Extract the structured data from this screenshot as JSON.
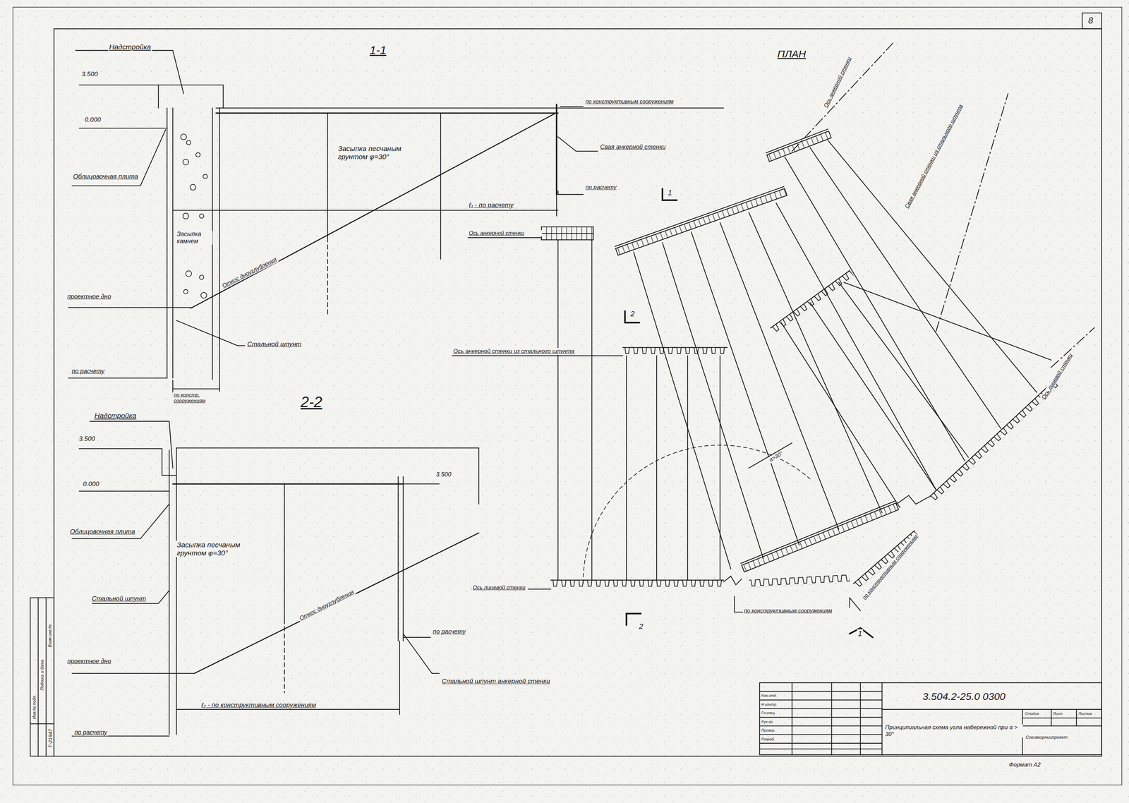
{
  "diagram": {
    "labels": [
      "Надстройка",
      "3.500",
      "0.000",
      "Облицовочная плита",
      "Засыпка камнем",
      "Засыпка песчаным грунтом φ=30°",
      "по конструктивным сооружениям",
      "Свая анкерной стенки",
      "по расчету",
      "ℓ₁ - по расчету",
      "Откос дноуглубления",
      "проектное дно",
      "Стальной шпунт",
      "по расчету",
      "по констр. сооружениям",
      "1-1",
      "2-2",
      "Надстройка",
      "3.500",
      "0.000",
      "3.500",
      "Облицовочная плита",
      "Засыпка песчаным грунтом φ=30°",
      "Откос дноуглубления",
      "Стальной шпунт",
      "по расчету",
      "проектное дно",
      "Стальной шпунт анкерной стенки",
      "ℓ₂ - по конструктивным сооружениям",
      "по расчету",
      "ПЛАН",
      "Ось анкерной стенки",
      "Свая анкерной стенки из стального шпунта",
      "Ось анкерной стенки",
      "Ось анкерной стенки из стального шпунта",
      "1",
      "2",
      "2",
      "1",
      "α>30°",
      "Ось лицевой стенки",
      "Ось лицевой стенки",
      "по конструктивным сооружениям",
      "по конструктивным сооружениям",
      "8",
      "3.504.2-25.0 0300",
      "Принципиальная схема угла набережной при α > 30°",
      "Союзморниипроект",
      "Формат А2",
      "Т-21947",
      "Инв.№ подл.",
      "Подпись и дата",
      "Взам.инв.№",
      "Стадия",
      "Лист",
      "Листов",
      "Нач.отд.",
      "Н.контр.",
      "Гл.спец.",
      "Рук.гр.",
      "Провер.",
      "Разраб."
    ]
  }
}
